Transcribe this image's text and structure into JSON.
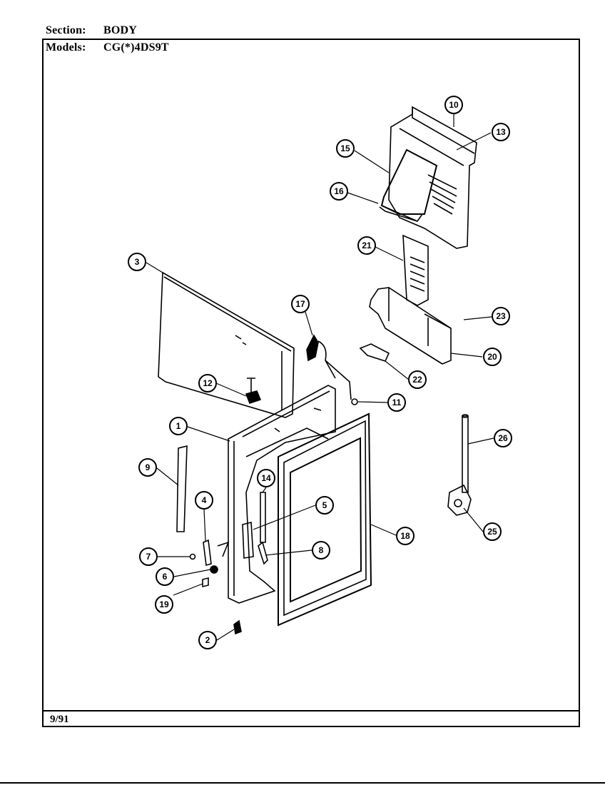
{
  "header": {
    "section_label": "Section:",
    "section_value": "BODY",
    "models_label": "Models:",
    "models_value": "CG(*)4DS9T"
  },
  "footer": {
    "date": "9/91"
  },
  "callouts": [
    {
      "id": "c10",
      "label": "10"
    },
    {
      "id": "c13",
      "label": "13"
    },
    {
      "id": "c15",
      "label": "15"
    },
    {
      "id": "c16",
      "label": "16"
    },
    {
      "id": "c21",
      "label": "21"
    },
    {
      "id": "c3",
      "label": "3"
    },
    {
      "id": "c17",
      "label": "17"
    },
    {
      "id": "c23",
      "label": "23"
    },
    {
      "id": "c20",
      "label": "20"
    },
    {
      "id": "c22",
      "label": "22"
    },
    {
      "id": "c12",
      "label": "12"
    },
    {
      "id": "c11",
      "label": "11"
    },
    {
      "id": "c1",
      "label": "1"
    },
    {
      "id": "c26",
      "label": "26"
    },
    {
      "id": "c9",
      "label": "9"
    },
    {
      "id": "c14",
      "label": "14"
    },
    {
      "id": "c4",
      "label": "4"
    },
    {
      "id": "c5",
      "label": "5"
    },
    {
      "id": "c18",
      "label": "18"
    },
    {
      "id": "c25",
      "label": "25"
    },
    {
      "id": "c7",
      "label": "7"
    },
    {
      "id": "c8",
      "label": "8"
    },
    {
      "id": "c6",
      "label": "6"
    },
    {
      "id": "c19",
      "label": "19"
    },
    {
      "id": "c2",
      "label": "2"
    }
  ]
}
